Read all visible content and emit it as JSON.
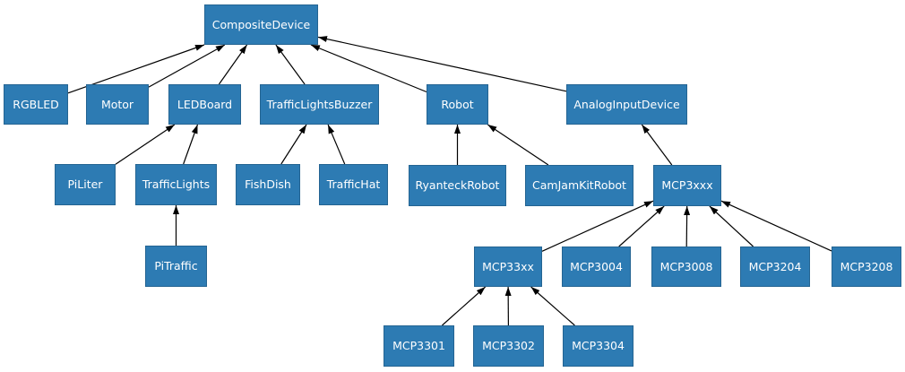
{
  "diagram": {
    "type": "class-inheritance-diagram",
    "colors": {
      "node_fill": "#2d7bb3",
      "node_text": "#ffffff",
      "edge": "#000000",
      "background": "#ffffff"
    },
    "nodes": [
      {
        "id": "CompositeDevice",
        "label": "CompositeDevice"
      },
      {
        "id": "RGBLED",
        "label": "RGBLED"
      },
      {
        "id": "Motor",
        "label": "Motor"
      },
      {
        "id": "LEDBoard",
        "label": "LEDBoard"
      },
      {
        "id": "TrafficLightsBuzzer",
        "label": "TrafficLightsBuzzer"
      },
      {
        "id": "Robot",
        "label": "Robot"
      },
      {
        "id": "AnalogInputDevice",
        "label": "AnalogInputDevice"
      },
      {
        "id": "PiLiter",
        "label": "PiLiter"
      },
      {
        "id": "TrafficLights",
        "label": "TrafficLights"
      },
      {
        "id": "FishDish",
        "label": "FishDish"
      },
      {
        "id": "TrafficHat",
        "label": "TrafficHat"
      },
      {
        "id": "RyanteckRobot",
        "label": "RyanteckRobot"
      },
      {
        "id": "CamJamKitRobot",
        "label": "CamJamKitRobot"
      },
      {
        "id": "MCP3xxx",
        "label": "MCP3xxx"
      },
      {
        "id": "PiTraffic",
        "label": "PiTraffic"
      },
      {
        "id": "MCP33xx",
        "label": "MCP33xx"
      },
      {
        "id": "MCP3004",
        "label": "MCP3004"
      },
      {
        "id": "MCP3008",
        "label": "MCP3008"
      },
      {
        "id": "MCP3204",
        "label": "MCP3204"
      },
      {
        "id": "MCP3208",
        "label": "MCP3208"
      },
      {
        "id": "MCP3301",
        "label": "MCP3301"
      },
      {
        "id": "MCP3302",
        "label": "MCP3302"
      },
      {
        "id": "MCP3304",
        "label": "MCP3304"
      }
    ],
    "edges": [
      {
        "from": "RGBLED",
        "to": "CompositeDevice"
      },
      {
        "from": "Motor",
        "to": "CompositeDevice"
      },
      {
        "from": "LEDBoard",
        "to": "CompositeDevice"
      },
      {
        "from": "TrafficLightsBuzzer",
        "to": "CompositeDevice"
      },
      {
        "from": "Robot",
        "to": "CompositeDevice"
      },
      {
        "from": "AnalogInputDevice",
        "to": "CompositeDevice"
      },
      {
        "from": "PiLiter",
        "to": "LEDBoard"
      },
      {
        "from": "TrafficLights",
        "to": "LEDBoard"
      },
      {
        "from": "FishDish",
        "to": "TrafficLightsBuzzer"
      },
      {
        "from": "TrafficHat",
        "to": "TrafficLightsBuzzer"
      },
      {
        "from": "RyanteckRobot",
        "to": "Robot"
      },
      {
        "from": "CamJamKitRobot",
        "to": "Robot"
      },
      {
        "from": "MCP3xxx",
        "to": "AnalogInputDevice"
      },
      {
        "from": "PiTraffic",
        "to": "TrafficLights"
      },
      {
        "from": "MCP33xx",
        "to": "MCP3xxx"
      },
      {
        "from": "MCP3004",
        "to": "MCP3xxx"
      },
      {
        "from": "MCP3008",
        "to": "MCP3xxx"
      },
      {
        "from": "MCP3204",
        "to": "MCP3xxx"
      },
      {
        "from": "MCP3208",
        "to": "MCP3xxx"
      },
      {
        "from": "MCP3301",
        "to": "MCP33xx"
      },
      {
        "from": "MCP3302",
        "to": "MCP33xx"
      },
      {
        "from": "MCP3304",
        "to": "MCP33xx"
      }
    ]
  }
}
